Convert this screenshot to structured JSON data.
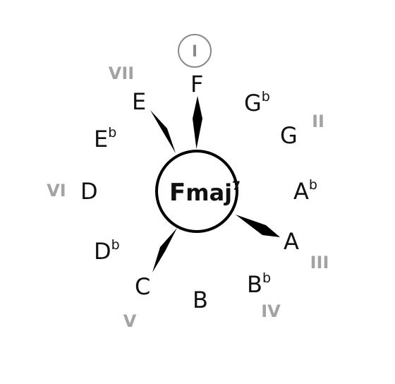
{
  "chord": {
    "root": "F",
    "quality": "maj",
    "extension": "7"
  },
  "notes": [
    {
      "letter": "F",
      "accidental": ""
    },
    {
      "letter": "G",
      "accidental": "b"
    },
    {
      "letter": "G",
      "accidental": ""
    },
    {
      "letter": "A",
      "accidental": "b"
    },
    {
      "letter": "A",
      "accidental": ""
    },
    {
      "letter": "B",
      "accidental": "b"
    },
    {
      "letter": "B",
      "accidental": ""
    },
    {
      "letter": "C",
      "accidental": ""
    },
    {
      "letter": "D",
      "accidental": "b"
    },
    {
      "letter": "D",
      "accidental": ""
    },
    {
      "letter": "E",
      "accidental": "b"
    },
    {
      "letter": "E",
      "accidental": ""
    }
  ],
  "degrees": {
    "I": "I",
    "II": "II",
    "III": "III",
    "IV": "IV",
    "V": "V",
    "VI": "VI",
    "VII": "VII"
  },
  "chord_tones": [
    "F",
    "A",
    "C",
    "E"
  ],
  "colors": {
    "ink": "#111111",
    "degree": "#a3a3a3",
    "root_ring": "#8a8a8a"
  }
}
